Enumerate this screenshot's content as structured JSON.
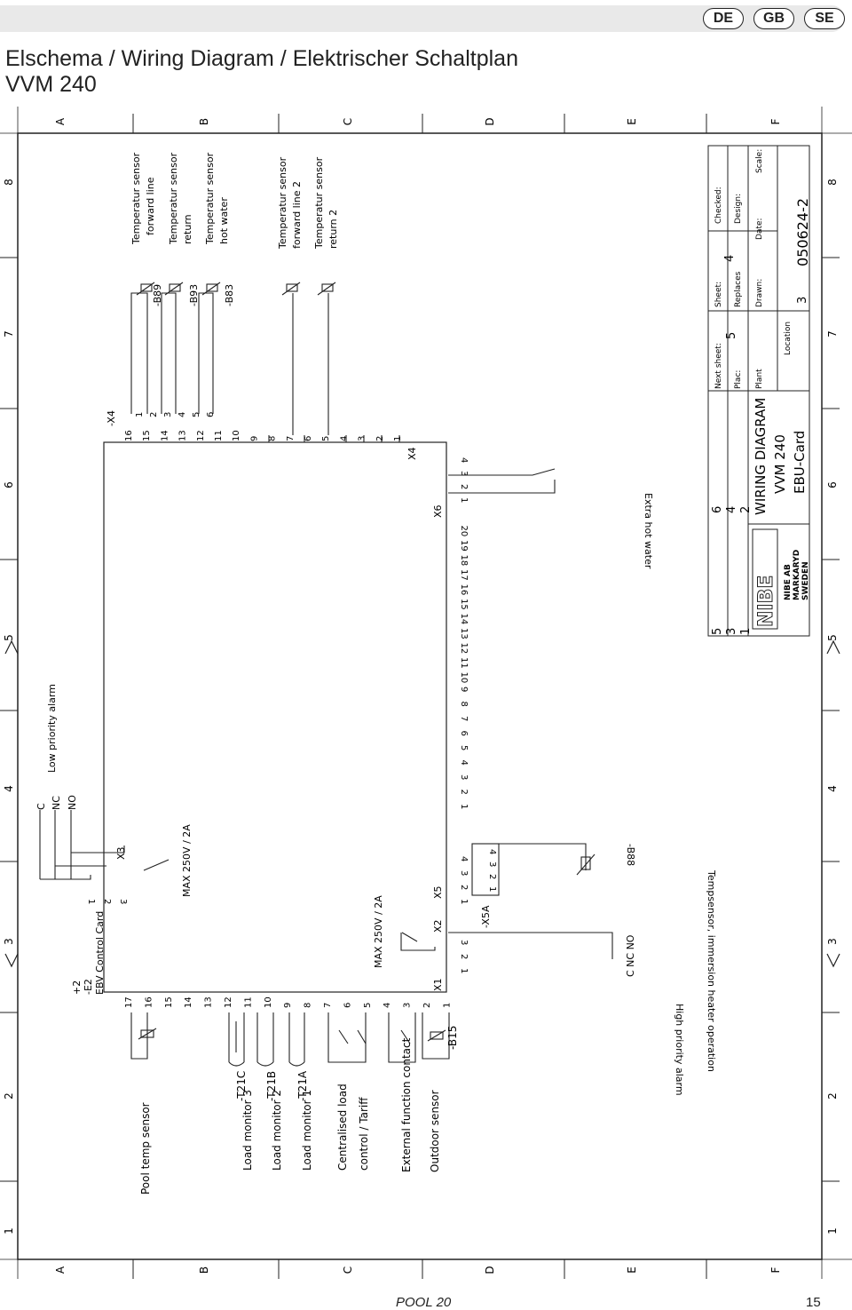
{
  "header": {
    "languages": [
      "DE",
      "GB",
      "SE"
    ]
  },
  "title": {
    "line1": "Elschema / Wiring Diagram / Elektrischer Schaltplan",
    "line2": "VVM 240"
  },
  "frame": {
    "row_letters_top": [
      "A",
      "B",
      "C",
      "D",
      "E",
      "F"
    ],
    "row_letters_bottom": [
      "A",
      "B",
      "C",
      "D",
      "E",
      "F"
    ],
    "column_numbers": [
      "8",
      "7",
      "6",
      "5",
      "4",
      "3",
      "2",
      "1"
    ]
  },
  "card": {
    "ref": "+2",
    "id": "-E2",
    "name": "EBV Control Card",
    "x1_label": "X1",
    "x2_label": "X2",
    "x3_label": "X3",
    "x4_label": "X4",
    "x5_label": "X5",
    "x6_label": "X6",
    "x4_ref": "-X4",
    "x5a_ref": "-X5A",
    "max_rating_a": "MAX 250V / 2A",
    "max_rating_b": "MAX 250V / 2A"
  },
  "left_terminals": [
    "17",
    "16",
    "15",
    "14",
    "13",
    "12",
    "11",
    "10",
    "9",
    "8",
    "7",
    "6",
    "5",
    "4",
    "3",
    "2",
    "1"
  ],
  "right_terminals": [
    "16",
    "15",
    "14",
    "13",
    "12",
    "11",
    "10",
    "9",
    "8",
    "7",
    "6",
    "5",
    "4",
    "3",
    "2",
    "1"
  ],
  "x4_terminals": [
    "1",
    "2",
    "3",
    "4",
    "5",
    "6"
  ],
  "bottom_terminals": [
    "1",
    "2",
    "3",
    "4",
    "5",
    "6",
    "7",
    "8",
    "9",
    "10",
    "11",
    "12",
    "13",
    "14",
    "15",
    "16",
    "17",
    "18",
    "19",
    "20"
  ],
  "x6_terminals": [
    "1",
    "2",
    "3",
    "4"
  ],
  "x2_terminals": [
    "1",
    "2",
    "3"
  ],
  "x5_terminals": [
    "1",
    "2",
    "3",
    "4"
  ],
  "x5a_terminals": [
    "1",
    "2",
    "3",
    "4"
  ],
  "x3_terminals": [
    "1",
    "2",
    "3"
  ],
  "alarm_contacts": [
    "C",
    "NC",
    "NO"
  ],
  "high_alarm_contacts": "C  NC NO",
  "left_labels": {
    "pool_temp": "Pool temp sensor",
    "load3": "Load monitor 3",
    "load2": "Load monitor 2",
    "load1": "Load monitor 1",
    "central1": "Centralised load",
    "central2": "control / Tariff",
    "external": "External function contact",
    "outdoor": "Outdoor sensor"
  },
  "left_refs": {
    "t21c": "-T21C",
    "t21b": "-T21B",
    "t21a": "-T21A",
    "b15": "-B15"
  },
  "right_labels": {
    "fwd1_a": "Temperatur sensor",
    "fwd1_b": "forward line",
    "ret1_a": "Temperatur sensor",
    "ret1_b": "return",
    "hw_a": "Temperatur sensor",
    "hw_b": "hot water",
    "fwd2_a": "Temperatur sensor",
    "fwd2_b": "forward line 2",
    "ret2_a": "Temperatur sensor",
    "ret2_b": "return 2",
    "b89": "-B89",
    "b93": "-B93",
    "b83": "-B83"
  },
  "misc_labels": {
    "low_alarm": "Low priority alarm",
    "high_alarm": "High priority alarm",
    "immersion": "Tempsensor, immersion heater operation",
    "b88": "-B88",
    "extra_hot_water": "Extra hot water"
  },
  "title_block": {
    "next_sheet_label": "Next sheet:",
    "sheet_label": "Sheet:",
    "checked_label": "Checked:",
    "plac_label": "Plac:",
    "plac_value": "5",
    "replaces_label": "Replaces",
    "replaces_value": "4",
    "design_label": "Design:",
    "plant_label": "Plant",
    "drawn_label": "Drawn:",
    "date_label": "Date:",
    "scale_label": "Scale:",
    "location_label": "Location",
    "location_value": "3",
    "drawing_number": "050624-2",
    "title1": "WIRING DIAGRAM",
    "title2": "VVM 240",
    "title3": "EBU-Card",
    "rev_left": [
      "5",
      "3",
      "1"
    ],
    "rev_right": [
      "6",
      "4",
      "2"
    ],
    "logo": "NIBE",
    "company1": "NIBE AB",
    "company2": "MARKARYD",
    "company3": "SWEDEN"
  },
  "footer": {
    "doc_name": "POOL 20",
    "page_number": "15"
  }
}
